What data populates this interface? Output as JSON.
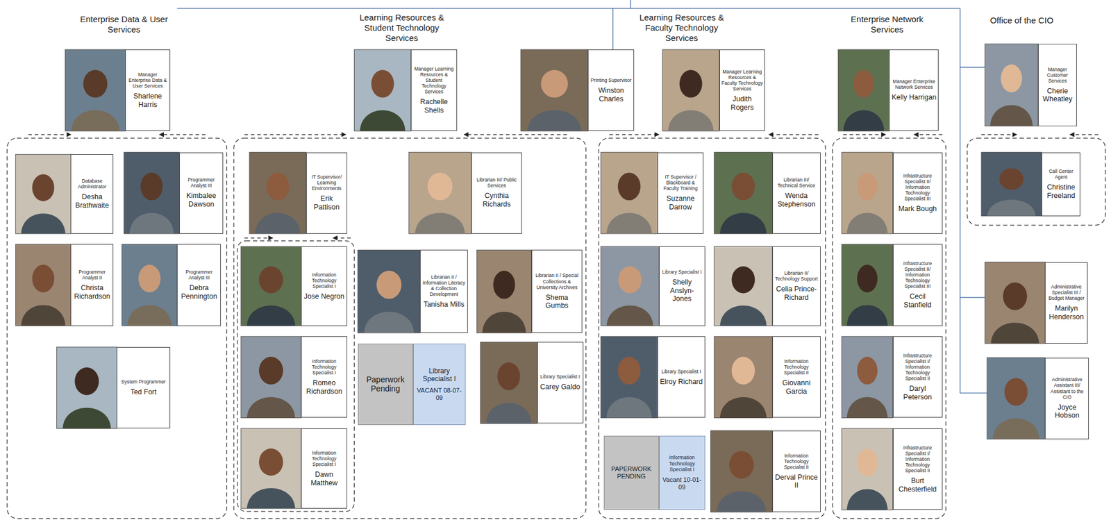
{
  "diagram": {
    "nodes": [
      {
        "text": [
          "Manager Enterprise Data & User Services",
          "Sharlene Harris"
        ]
      },
      {
        "text": [
          "Manager Learning Resources & Student Technology Services",
          "Rachelle Shells"
        ]
      },
      {
        "text": [
          "Printing Supervisor",
          "Winston Charles"
        ]
      },
      {
        "text": [
          "Manager Learning Resources & Faculty Technology Services",
          "Judith Rogers"
        ]
      },
      {
        "text": [
          "Manager Enterprise Network Services",
          "Kelly Harrigan"
        ]
      },
      {
        "text": [
          "Manager Customer Services",
          "Cherie Wheatley"
        ]
      },
      {
        "text": [
          "Database Administrator",
          "Desha Brathwaite"
        ]
      },
      {
        "text": [
          "Programmer Analyst III",
          "Kimbalee Dawson"
        ]
      },
      {
        "text": [
          "Programmer Analyst II",
          "Christa Richardson"
        ]
      },
      {
        "text": [
          "Programmer Analyst III",
          "Debra Pennington"
        ]
      },
      {
        "text": [
          "System Programmer",
          "Ted Fort"
        ]
      },
      {
        "text": [
          "IT Supervisor/ Learning Environments",
          "Erik Pattison"
        ]
      },
      {
        "text": [
          "Librarian III/ Public Services",
          "Cynthia Richards"
        ]
      },
      {
        "text": [
          "Information Technology Specialist I",
          "Jose Negron"
        ]
      },
      {
        "text": [
          "Information Technology Specialist I",
          "Romeo Richardson"
        ]
      },
      {
        "text": [
          "Information Technology Specialist I",
          "Dawn Matthew"
        ]
      },
      {
        "text": [
          "Librarian II / Information Literacy & Collection Development",
          "Tanisha Mills"
        ]
      },
      {
        "text": [
          "Librarian II / Special Collections & University Archives",
          "Shema Gumbs"
        ]
      },
      {
        "text": [
          "Paperwork Pending"
        ]
      },
      {
        "text": [
          "Library Specialist I",
          "VACANT 08-07-09"
        ]
      },
      {
        "text": [
          "Library Specialist I",
          "Carey Galdo"
        ]
      },
      {
        "text": [
          "IT Supervisor / Blackboard & Faculty Training",
          "Suzanne Darrow"
        ]
      },
      {
        "text": [
          "Librarian III/ Technical Service",
          "Wenda Stephenson"
        ]
      },
      {
        "text": [
          "Library Specialist I",
          "Shelly Anslyn-Jones"
        ]
      },
      {
        "text": [
          "Librarian II/ Technology Support",
          "Celia Prince-Richard"
        ]
      },
      {
        "text": [
          "Library Specialist I",
          "Elroy Richard"
        ]
      },
      {
        "text": [
          "Information Technology Specialist II",
          "Giovanni Garcia"
        ]
      },
      {
        "text": [
          "PAPERWORK PENDING"
        ]
      },
      {
        "text": [
          "Information Technology Specialist I",
          "Vacant 10-01-09"
        ]
      },
      {
        "text": [
          "Information Technology Specialist II",
          "Derval Prince II"
        ]
      },
      {
        "text": [
          "Infrastructure Specialist II/ Information Technology Specialist III",
          "Mark Bough"
        ]
      },
      {
        "text": [
          "Infrastructure Specialist II/ Information Technology Specialist III",
          "Cecil Stanfield"
        ]
      },
      {
        "text": [
          "Infrastructure Specialist I/ Information Technology Specialist II",
          "Daryl Peterson"
        ]
      },
      {
        "text": [
          "Infrastructure Specialist I/ Information Technology Specialist II",
          "Burt Chesterfield"
        ]
      },
      {
        "text": [
          "Call Center Agent",
          "Christine Freeland"
        ]
      },
      {
        "text": [
          "Administrative Specialist III / Budget Manager",
          "Marilyn Henderson"
        ]
      },
      {
        "text": [
          "Administrative Assistant III/ Assistant to the CIO",
          "Joyce Hobson"
        ]
      }
    ],
    "labels": [
      "Enterprise Data & User Services",
      "Learning Resources & Student Technology Services",
      "Learning Resources & Faculty Technology Services",
      "Enterprise Network Services",
      "Office of the CIO"
    ]
  }
}
